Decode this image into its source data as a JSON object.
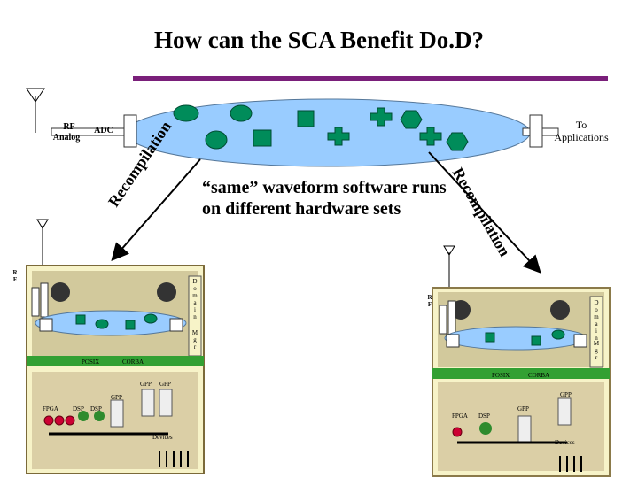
{
  "title": "How can the SCA Benefit Do.D?",
  "top_bus": {
    "rf_label": "RF",
    "analog_label": "Analog",
    "adc_label": "ADC",
    "to_applications": "To\nApplications"
  },
  "center_text": "“same” waveform software runs on different hardware sets",
  "left_arrow_label": "Recompilation",
  "right_arrow_label": "Recompilation",
  "left_box": {
    "rf_label": "R\nF",
    "domain_label": "D\no\nm\na\ni\nn",
    "mgr_label": "M\ng\nr",
    "posix_label": "POSIX",
    "corba_label": "CORBA",
    "gpp1_label": "GPP",
    "gpp2_label": "GPP",
    "gpp3_label": "GPP",
    "fpga_label": "FPGA",
    "dsp1_label": "DSP",
    "dsp2_label": "DSP",
    "devices_label": "Devices"
  },
  "right_box": {
    "rf_label": "R\nF",
    "domain_label": "D\no\nm\na\ni\nn",
    "mgr_label": "M\ng\nr",
    "posix_label": "POSIX",
    "corba_label": "CORBA",
    "gpp1_label": "GPP",
    "gpp2_label": "GPP",
    "fpga_label": "FPGA",
    "dsp_label": "DSP",
    "devices_label": "Devices"
  },
  "colors": {
    "rule": "#7a1f7a",
    "cloud": "#99ccff",
    "shape": "#008c5a",
    "box_fill": "#f7f3c8",
    "box_dark": "#8b7a4a",
    "corba_bar": "#33a033",
    "hw_fill": "#c8b890",
    "fpga_dot": "#cc0033",
    "dsp_tree": "#2e8b2e"
  }
}
